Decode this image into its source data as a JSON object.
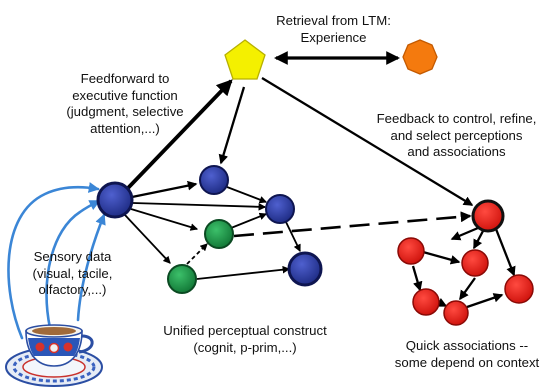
{
  "labels": {
    "retrieval": "Retrieval from LTM:\nExperience",
    "feedforward": "Feedforward to\nexecutive function\n(judgment, selective\nattention,...)",
    "feedback": "Feedback to control, refine,\nand select perceptions\nand associations",
    "sensory": "Sensory data\n(visual, tacile,\nolfactory,...)",
    "unified": "Unified perceptual construct\n(cognit, p-prim,...)",
    "quick": "Quick associations --\nsome depend on context"
  },
  "colors": {
    "ltm_pentagon": "#f4f000",
    "experience_octagon": "#f47a0e",
    "perceptual_blue": "#2a3a9c",
    "perceptual_green": "#1a9a48",
    "association_red": "#f0201a",
    "sensory_arrows": "#3b86d6",
    "arrows": "#000000"
  },
  "icons": {
    "sensory_source": "teacup-saucer-icon"
  }
}
